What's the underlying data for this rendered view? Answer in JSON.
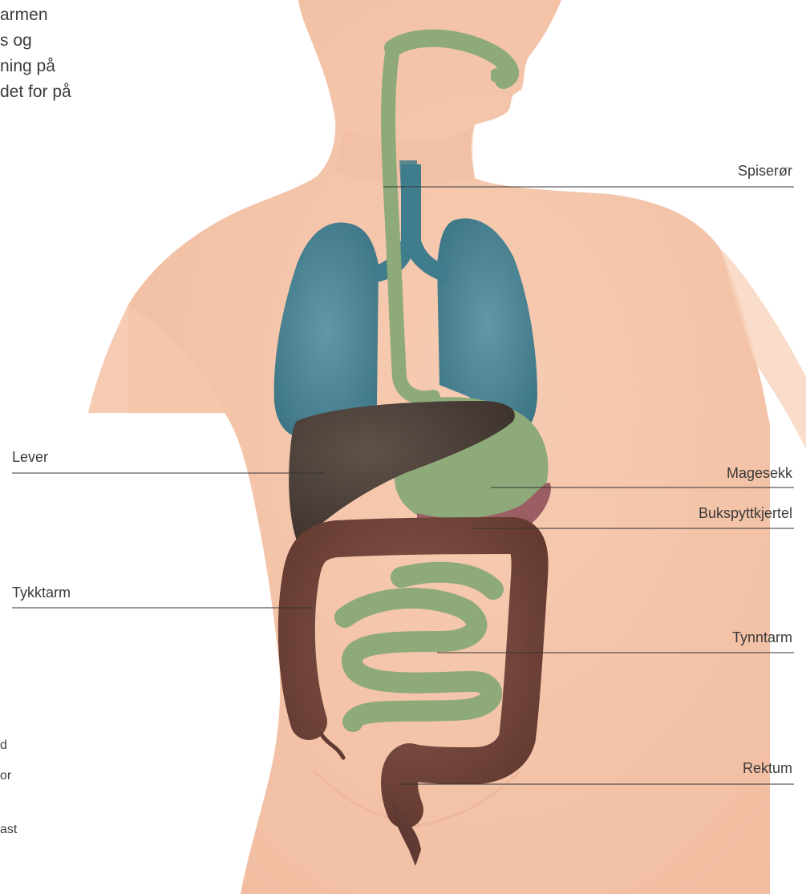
{
  "intro_fragment": [
    "armen",
    "s og",
    "ning på",
    "det for på"
  ],
  "bottom_fragment": [
    "d",
    "or",
    "ast"
  ],
  "labels": {
    "spiseror": "Spiserør",
    "lever": "Lever",
    "magesekk": "Magesekk",
    "bukspyttkjertel": "Bukspyttkjertel",
    "tykktarm": "Tykktarm",
    "tynntarm": "Tynntarm",
    "rektum": "Rektum"
  },
  "colors": {
    "skin": "#f6c9ae",
    "lungs": "#4f8c9b",
    "trachea": "#3f7c8c",
    "digestive_green": "#8faa7a",
    "liver": "#4a3e37",
    "colon": "#7a4a40",
    "pancreas": "#9a5e63",
    "leader_line": "#333333"
  }
}
